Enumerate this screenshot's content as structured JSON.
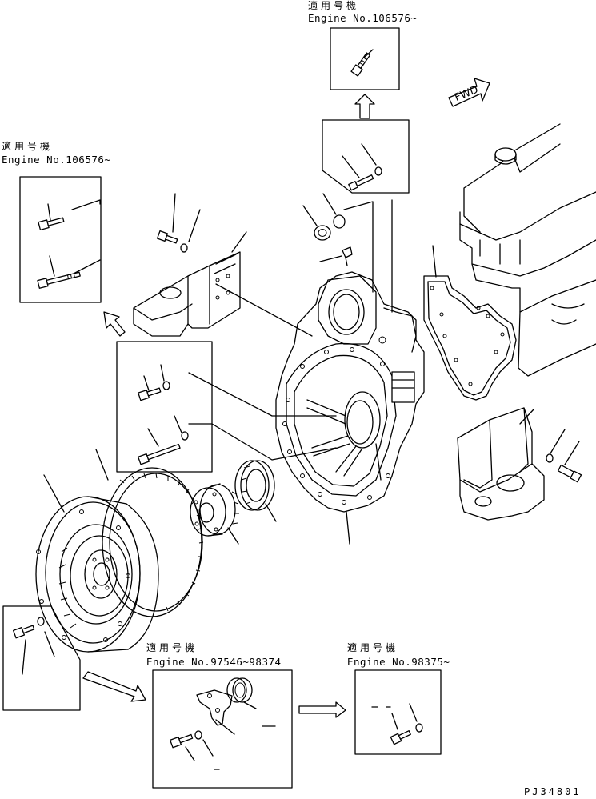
{
  "header_top": {
    "applicable_jp": "適用号機",
    "engine_range": "Engine No.106576~"
  },
  "header_left": {
    "applicable_jp": "適用号機",
    "engine_range": "Engine No.106576~"
  },
  "header_bottom_mid": {
    "applicable_jp": "適用号機",
    "engine_range": "Engine No.97546~98374"
  },
  "header_bottom_right": {
    "applicable_jp": "適用号機",
    "engine_range": "Engine No.98375~"
  },
  "fwd_label": "FWD",
  "drawing_code": "PJ34801",
  "colors": {
    "line": "#000000",
    "background": "#ffffff"
  }
}
